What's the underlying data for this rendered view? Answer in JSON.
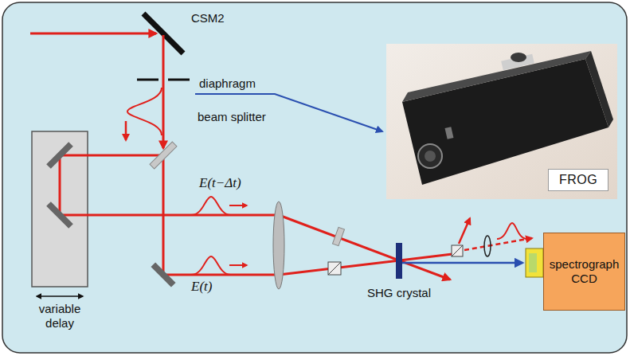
{
  "diagram": {
    "nodes": [
      {
        "text": [
          "variable delay"
        ]
      },
      {
        "text": [
          "FROG"
        ]
      },
      {
        "text": [
          "spectrograph CCD"
        ]
      }
    ],
    "labels": [
      "CSM2",
      "diaphragm",
      "beam splitter",
      "E(t−Δt)",
      "E(t)",
      "SHG crystal"
    ]
  }
}
